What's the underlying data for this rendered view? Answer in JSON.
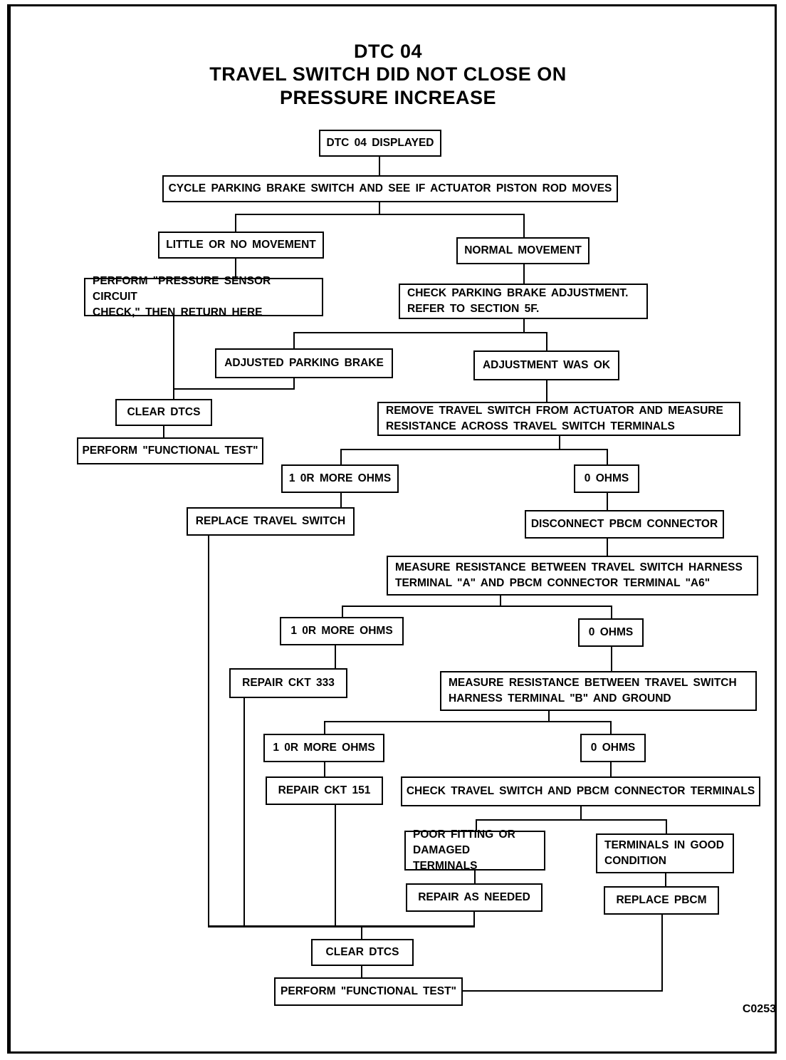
{
  "page": {
    "title": "DTC 04\nTRAVEL SWITCH DID NOT CLOSE ON\nPRESSURE INCREASE",
    "figure_code": "C0253",
    "colors": {
      "ink": "#000000",
      "paper": "#ffffff"
    }
  },
  "nodes": {
    "dtc04_displayed": "DTC 04 DISPLAYED",
    "cycle_parking_brake": "CYCLE PARKING BRAKE SWITCH AND SEE IF ACTUATOR PISTON ROD MOVES",
    "little_no_movement": "LITTLE OR NO MOVEMENT",
    "normal_movement": "NORMAL MOVEMENT",
    "perform_pressure_sensor": "PERFORM \"PRESSURE SENSOR CIRCUIT\nCHECK,\" THEN RETURN HERE",
    "check_parking_adjustment": "CHECK PARKING BRAKE ADJUSTMENT.\nREFER TO SECTION 5F.",
    "adjusted_parking_brake": "ADJUSTED PARKING BRAKE",
    "adjustment_ok": "ADJUSTMENT WAS OK",
    "clear_dtcs_1": "CLEAR DTCS",
    "functional_test_1": "PERFORM \"FUNCTIONAL TEST\"",
    "remove_travel_switch": "REMOVE TRAVEL SWITCH FROM ACTUATOR AND MEASURE\nRESISTANCE ACROSS TRAVEL SWITCH TERMINALS",
    "ohms_more_1": "1 0R MORE OHMS",
    "ohms_zero_1": "0 OHMS",
    "replace_travel_switch": "REPLACE TRAVEL SWITCH",
    "disconnect_pbcm": "DISCONNECT PBCM CONNECTOR",
    "measure_a_a6": "MEASURE RESISTANCE  BETWEEN TRAVEL SWITCH HARNESS\nTERMINAL \"A\" AND PBCM CONNECTOR TERMINAL \"A6\"",
    "ohms_more_2": "1 0R MORE OHMS",
    "ohms_zero_2": "0 OHMS",
    "repair_ckt_333": "REPAIR CKT 333",
    "measure_b_ground": "MEASURE RESISTANCE  BETWEEN TRAVEL SWITCH\nHARNESS TERMINAL \"B\" AND GROUND",
    "ohms_more_3": "1 0R MORE OHMS",
    "ohms_zero_3": "0 OHMS",
    "repair_ckt_151": "REPAIR CKT 151",
    "check_terminals": "CHECK TRAVEL SWITCH AND PBCM CONNECTOR TERMINALS",
    "poor_fitting": "POOR FITTING OR\nDAMAGED TERMINALS",
    "good_condition": "TERMINALS IN GOOD\nCONDITION",
    "repair_as_needed": "REPAIR AS NEEDED",
    "replace_pbcm": "REPLACE PBCM",
    "clear_dtcs_2": "CLEAR DTCS",
    "functional_test_2": "PERFORM \"FUNCTIONAL TEST\""
  }
}
